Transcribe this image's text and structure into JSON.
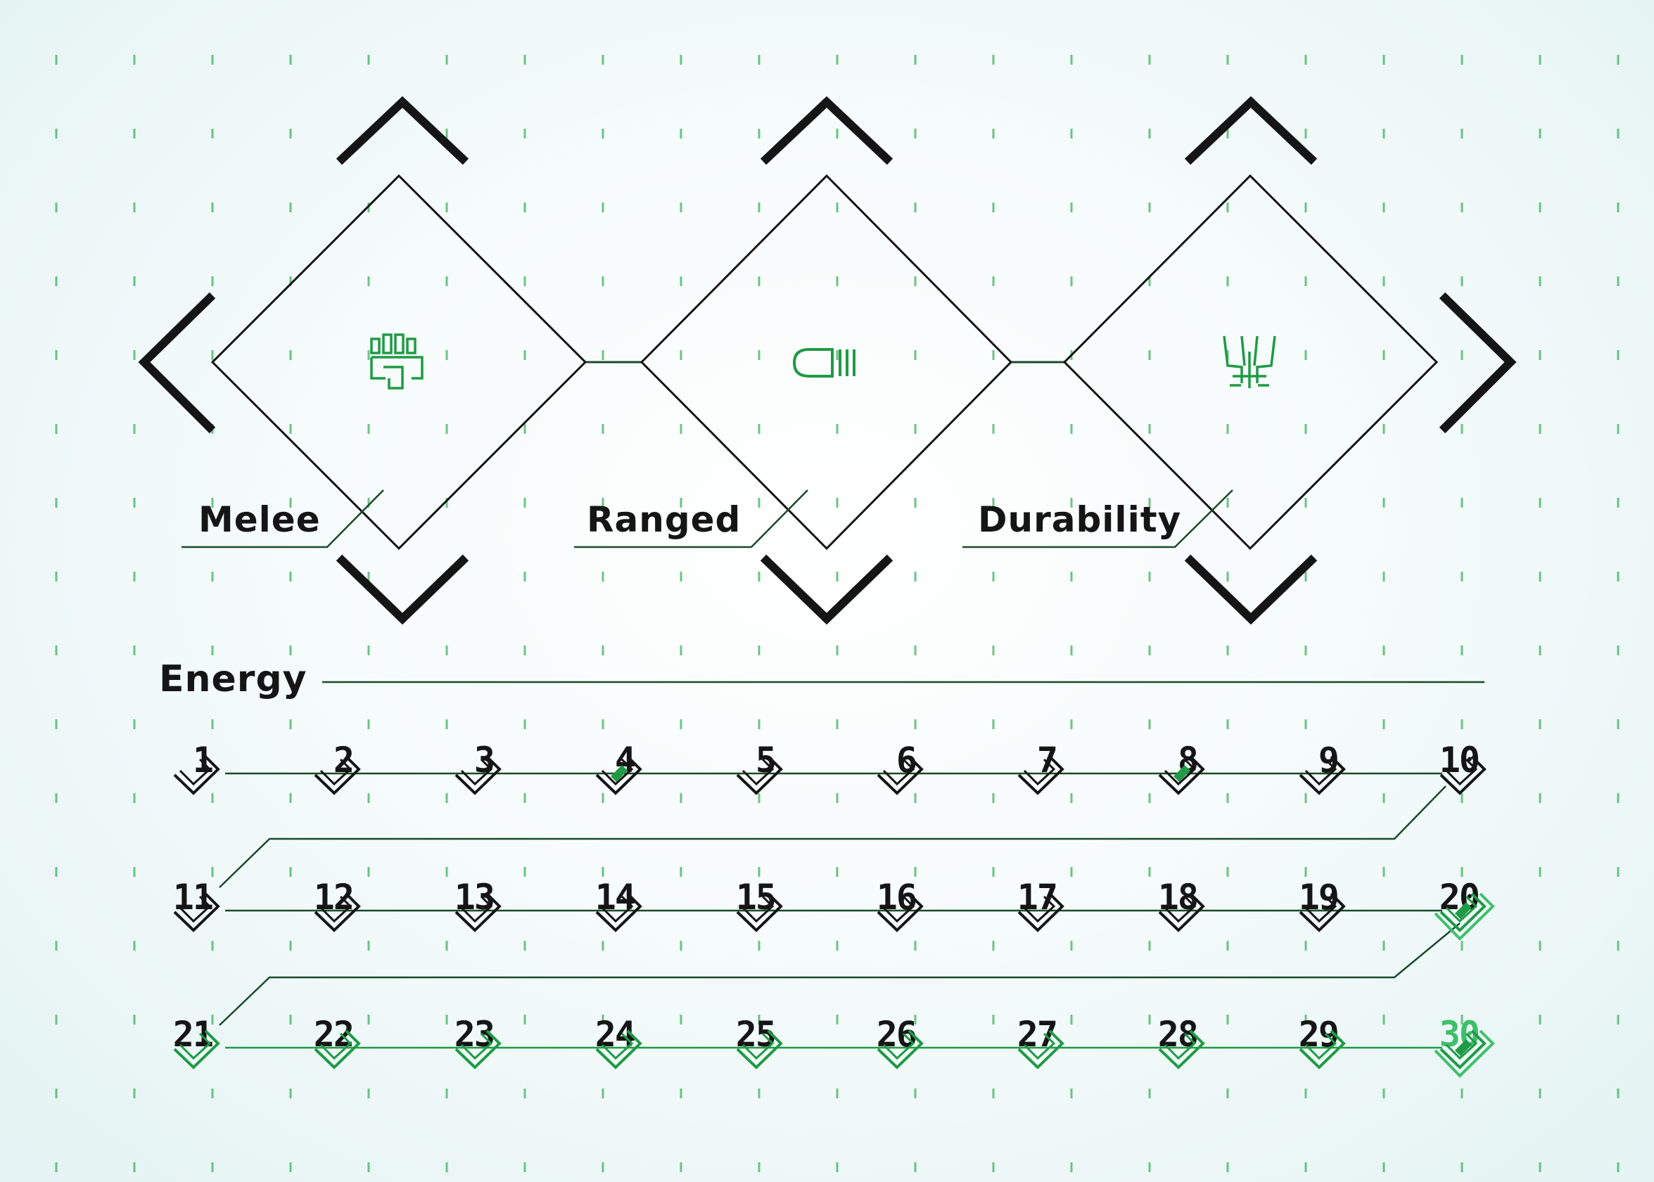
{
  "colors": {
    "dark": "#151515",
    "green": "#1f9a45",
    "green_light": "#3fbf6a",
    "dot": "#3cb05e",
    "line": "#1a4a2a"
  },
  "stats": [
    {
      "label": "Melee",
      "icon": "fist-icon"
    },
    {
      "label": "Ranged",
      "icon": "bullet-icon"
    },
    {
      "label": "Durability",
      "icon": "armor-icon"
    }
  ],
  "energy": {
    "label": "Energy",
    "nodes": [
      {
        "n": "1",
        "state": "normal"
      },
      {
        "n": "2",
        "state": "normal"
      },
      {
        "n": "3",
        "state": "normal"
      },
      {
        "n": "4",
        "state": "marked"
      },
      {
        "n": "5",
        "state": "normal"
      },
      {
        "n": "6",
        "state": "normal"
      },
      {
        "n": "7",
        "state": "normal"
      },
      {
        "n": "8",
        "state": "marked"
      },
      {
        "n": "9",
        "state": "normal"
      },
      {
        "n": "10",
        "state": "normal"
      },
      {
        "n": "11",
        "state": "normal"
      },
      {
        "n": "12",
        "state": "normal"
      },
      {
        "n": "13",
        "state": "normal"
      },
      {
        "n": "14",
        "state": "normal"
      },
      {
        "n": "15",
        "state": "normal"
      },
      {
        "n": "16",
        "state": "normal"
      },
      {
        "n": "17",
        "state": "normal"
      },
      {
        "n": "18",
        "state": "normal"
      },
      {
        "n": "19",
        "state": "normal"
      },
      {
        "n": "20",
        "state": "milestone"
      },
      {
        "n": "21",
        "state": "green"
      },
      {
        "n": "22",
        "state": "green"
      },
      {
        "n": "23",
        "state": "green"
      },
      {
        "n": "24",
        "state": "green"
      },
      {
        "n": "25",
        "state": "green"
      },
      {
        "n": "26",
        "state": "green"
      },
      {
        "n": "27",
        "state": "green"
      },
      {
        "n": "28",
        "state": "green"
      },
      {
        "n": "29",
        "state": "green"
      },
      {
        "n": "30",
        "state": "final"
      }
    ]
  }
}
